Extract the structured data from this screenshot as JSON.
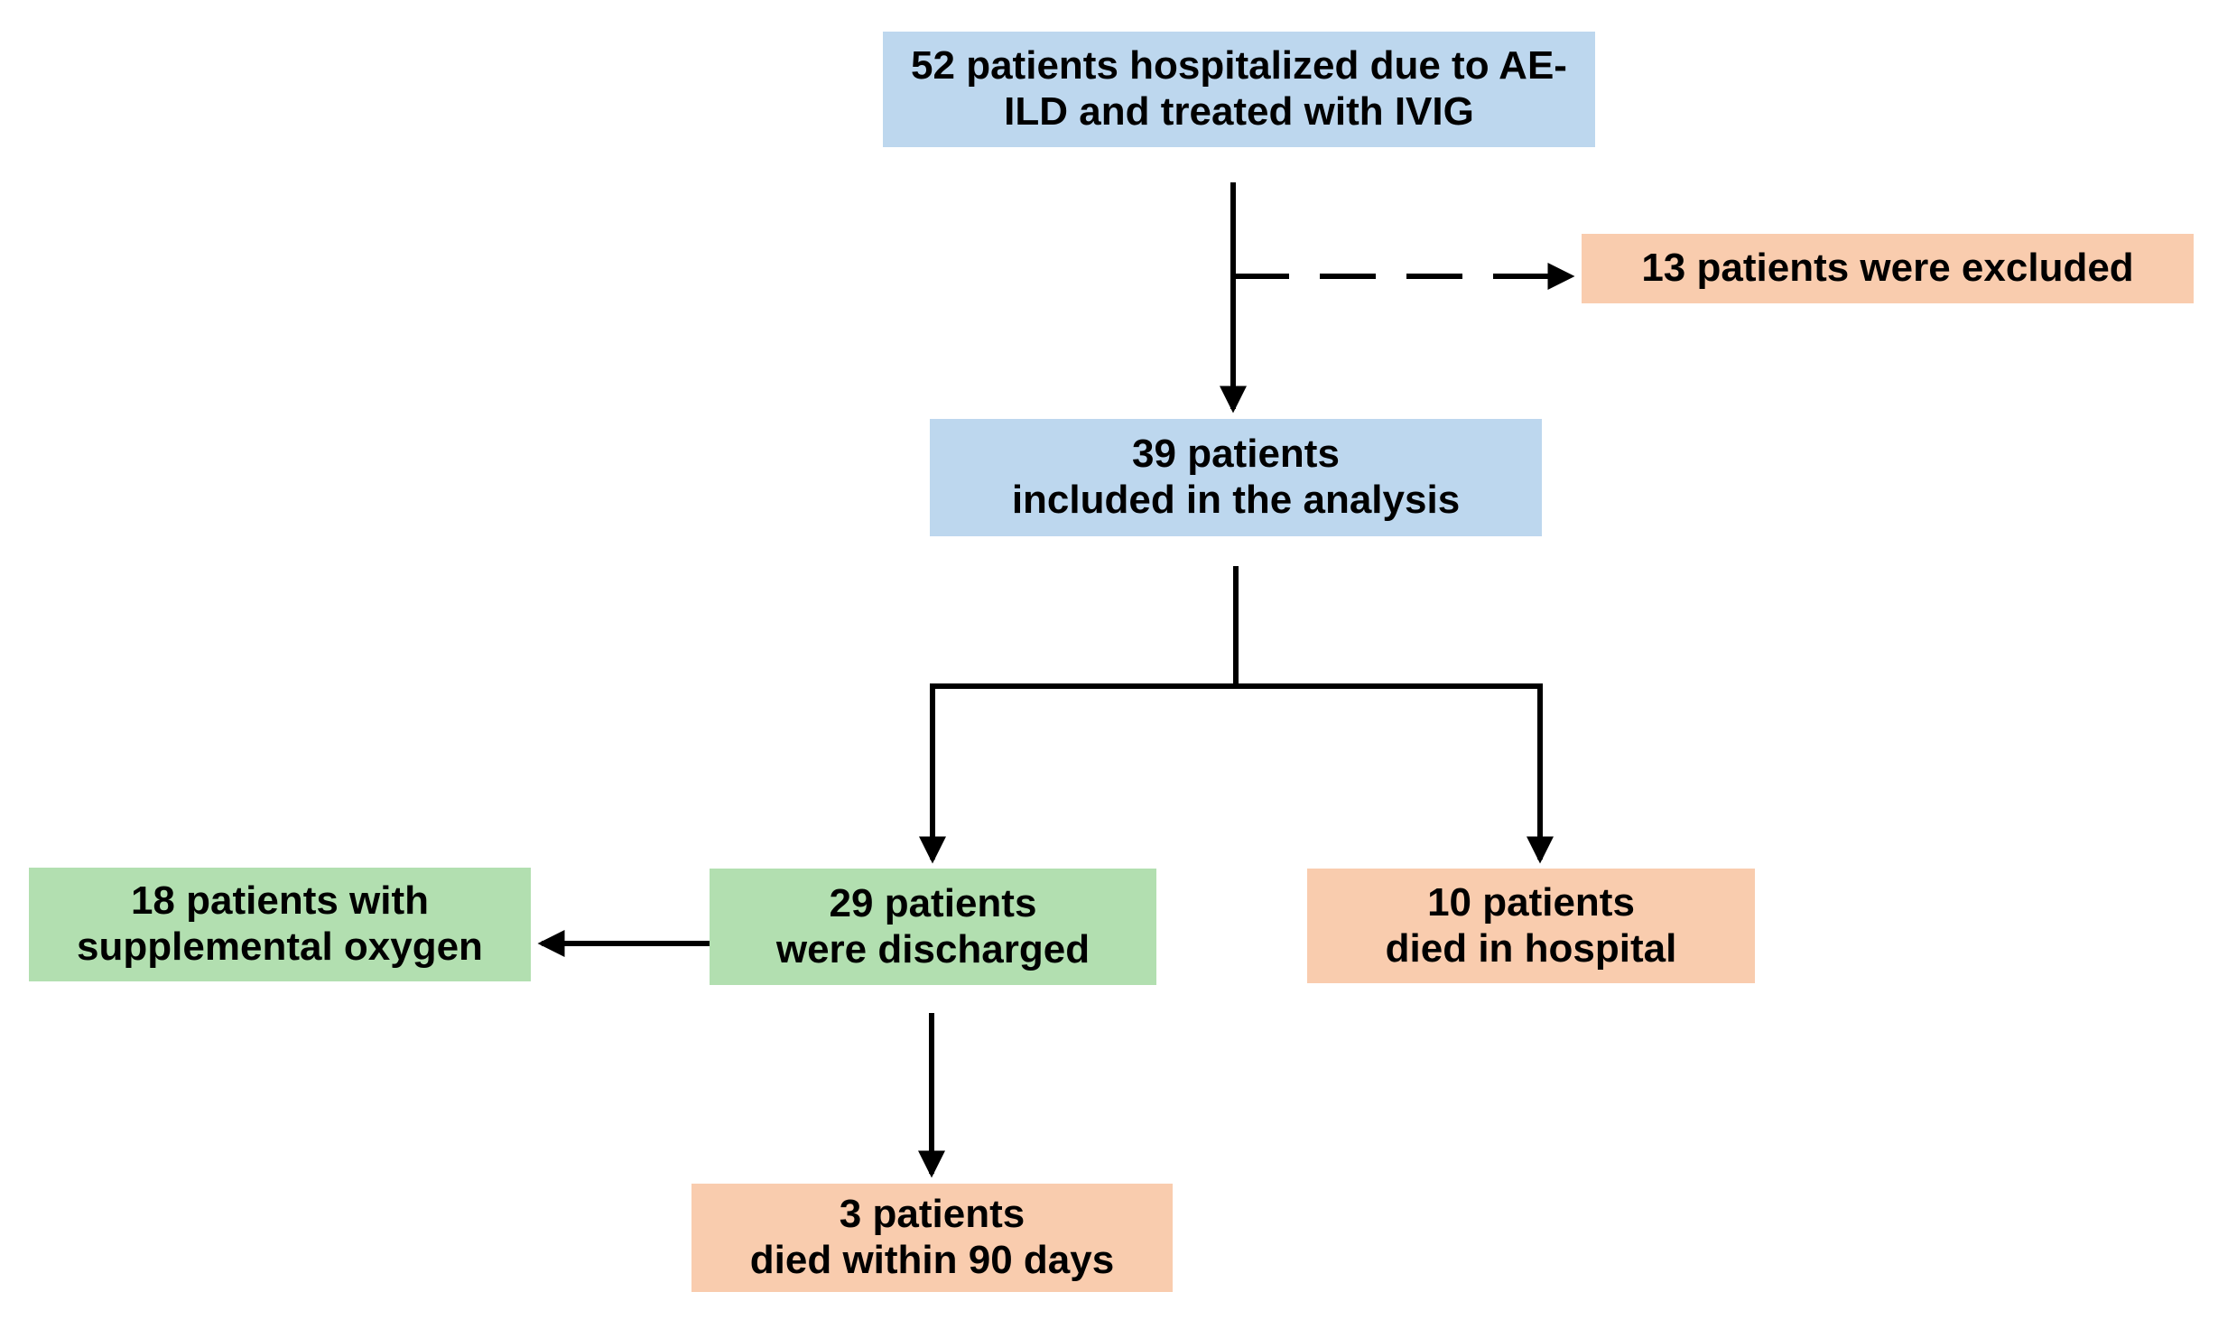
{
  "flowchart": {
    "nodes": [
      {
        "id": "enrolled",
        "label": "52 patients hospitalized due to AE-\nILD and treated with IVIG",
        "fill": "#BDD7EE",
        "color_name": "light-blue"
      },
      {
        "id": "excluded",
        "label": "13 patients were excluded",
        "fill": "#F9CCAE",
        "color_name": "light-peach"
      },
      {
        "id": "analyzed",
        "label": "39 patients\nincluded in the analysis",
        "fill": "#BDD7EE",
        "color_name": "light-blue"
      },
      {
        "id": "discharged",
        "label": "29 patients\nwere discharged",
        "fill": "#B2DFB0",
        "color_name": "light-green"
      },
      {
        "id": "died-hospital",
        "label": "10 patients\ndied in hospital",
        "fill": "#F9CCAE",
        "color_name": "light-peach"
      },
      {
        "id": "supp-oxygen",
        "label": "18 patients with\nsupplemental oxygen",
        "fill": "#B2DFB0",
        "color_name": "light-green"
      },
      {
        "id": "died-90",
        "label": "3 patients\ndied within 90 days",
        "fill": "#F9CCAE",
        "color_name": "light-peach"
      }
    ],
    "edges": [
      {
        "from": "enrolled",
        "to": "analyzed",
        "style": "solid",
        "arrow": true
      },
      {
        "from": "enrolled",
        "to": "excluded",
        "style": "dashed",
        "arrow": true
      },
      {
        "from": "analyzed",
        "to": "discharged",
        "style": "solid",
        "arrow": true
      },
      {
        "from": "analyzed",
        "to": "died-hospital",
        "style": "solid",
        "arrow": true
      },
      {
        "from": "discharged",
        "to": "supp-oxygen",
        "style": "solid",
        "arrow": true
      },
      {
        "from": "discharged",
        "to": "died-90",
        "style": "solid",
        "arrow": true
      }
    ],
    "colors": {
      "node_blue": "#BDD7EE",
      "node_green": "#B2DFB0",
      "node_peach": "#F9CCAE",
      "connector": "#000000",
      "background": "#FFFFFF",
      "text": "#000000"
    }
  }
}
